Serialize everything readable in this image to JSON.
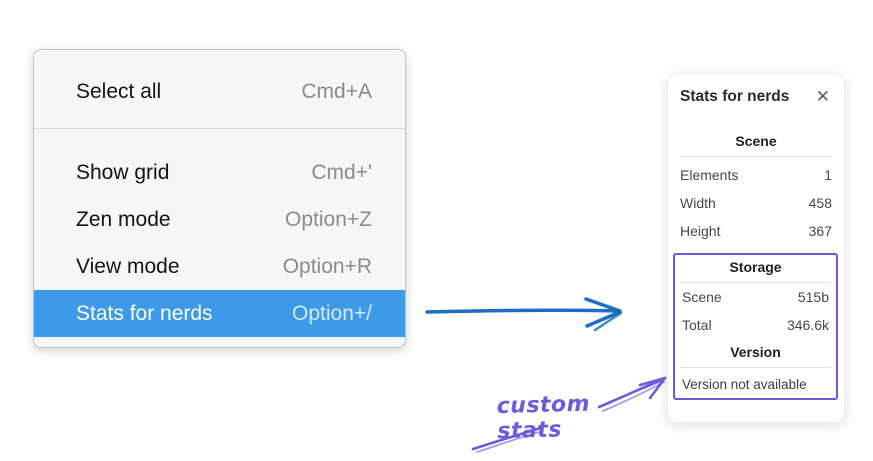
{
  "colors": {
    "menu_highlight": "#3d9ae8",
    "arrow_blue": "#1b6ec2",
    "annotation_purple": "#7059dc",
    "box_purple": "#6a5bd6"
  },
  "context_menu": {
    "items": [
      {
        "label": "Select all",
        "shortcut": "Cmd+A"
      },
      {
        "label": "Show grid",
        "shortcut": "Cmd+'"
      },
      {
        "label": "Zen mode",
        "shortcut": "Option+Z"
      },
      {
        "label": "View mode",
        "shortcut": "Option+R"
      },
      {
        "label": "Stats for nerds",
        "shortcut": "Option+/"
      }
    ]
  },
  "stats_panel": {
    "title": "Stats for nerds",
    "close_icon": "✕",
    "sections": {
      "scene": {
        "heading": "Scene",
        "rows": [
          {
            "label": "Elements",
            "value": "1"
          },
          {
            "label": "Width",
            "value": "458"
          },
          {
            "label": "Height",
            "value": "367"
          }
        ]
      },
      "storage": {
        "heading": "Storage",
        "rows": [
          {
            "label": "Scene",
            "value": "515b"
          },
          {
            "label": "Total",
            "value": "346.6k"
          }
        ]
      },
      "version": {
        "heading": "Version",
        "note": "Version not available"
      }
    }
  },
  "annotations": {
    "custom_stats_label": "custom stats"
  }
}
